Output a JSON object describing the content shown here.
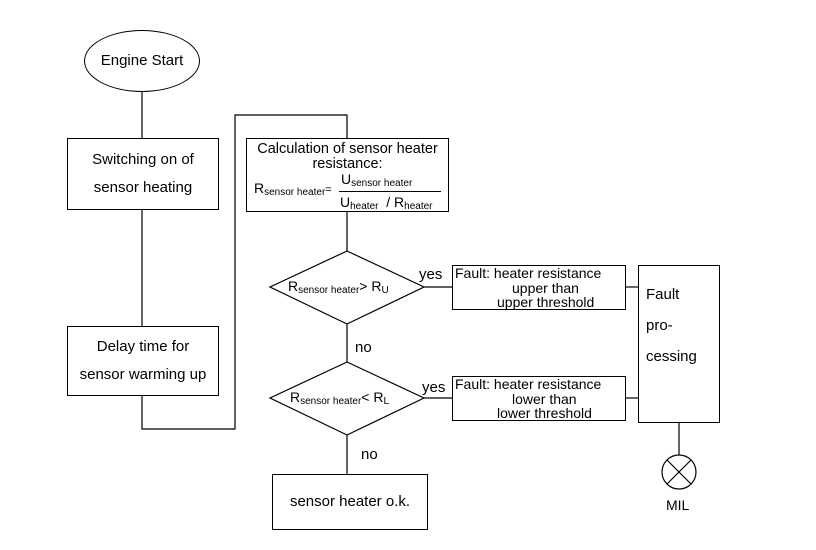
{
  "nodes": {
    "engine_start": "Engine Start",
    "switching_on": [
      "Switching on of",
      "sensor heating"
    ],
    "delay_time": [
      "Delay time for",
      "sensor warming up"
    ],
    "calculation": {
      "title_line1": "Calculation of sensor heater",
      "title_line2": "resistance:",
      "lhs_R": "R",
      "lhs_sub": "sensor heater",
      "equals": "=",
      "num_U": "U",
      "num_sub": "sensor heater",
      "den_U": "U",
      "den_U_sub": "heater",
      "slash": "/ R",
      "den_R_sub": "heater"
    },
    "decision_upper": {
      "R": "R",
      "sub": "sensor heater",
      "op": "> R",
      "op_sub": "U"
    },
    "decision_lower": {
      "R": "R",
      "sub": "sensor heater",
      "op": "< R",
      "op_sub": "L"
    },
    "fault_upper": [
      "Fault:  heater resistance",
      "upper than",
      "upper threshold"
    ],
    "fault_lower": [
      "Fault:  heater resistance",
      "lower than",
      "lower threshold"
    ],
    "fault_processing": [
      "Fault",
      "pro-",
      "cessing"
    ],
    "sensor_ok": "sensor heater o.k.",
    "mil": "MIL"
  },
  "edge_labels": {
    "yes_upper": "yes",
    "no_upper": "no",
    "yes_lower": "yes",
    "no_lower": "no"
  }
}
